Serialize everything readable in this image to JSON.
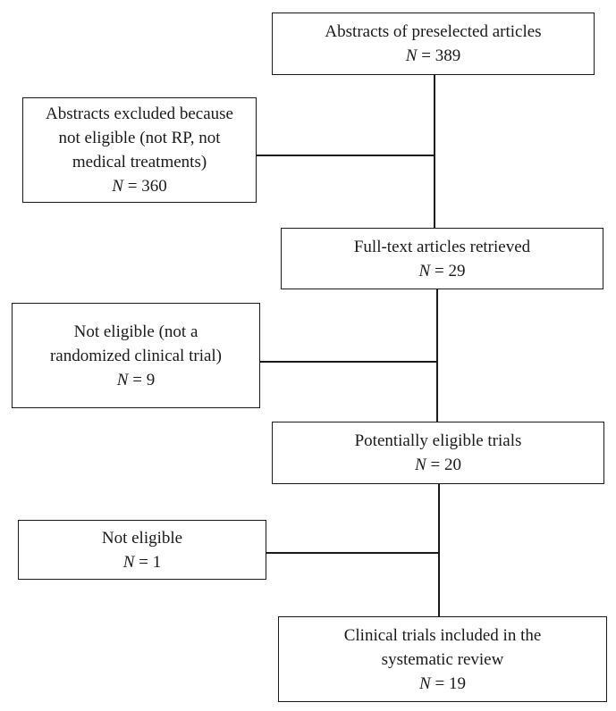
{
  "flow": {
    "preselected": {
      "lines": [
        "Abstracts of preselected articles"
      ],
      "n_label": "N",
      "n_value": "= 389"
    },
    "excluded_abstracts": {
      "lines": [
        "Abstracts excluded because",
        "not eligible (not RP, not",
        "medical treatments)"
      ],
      "n_label": "N",
      "n_value": "= 360"
    },
    "full_text": {
      "lines": [
        "Full-text articles retrieved"
      ],
      "n_label": "N",
      "n_value": "= 29"
    },
    "not_rct": {
      "lines": [
        "Not eligible (not a",
        "randomized clinical trial)"
      ],
      "n_label": "N",
      "n_value": "= 9"
    },
    "potentially_eligible": {
      "lines": [
        "Potentially eligible trials"
      ],
      "n_label": "N",
      "n_value": "= 20"
    },
    "not_eligible": {
      "lines": [
        "Not eligible"
      ],
      "n_label": "N",
      "n_value": "= 1"
    },
    "included": {
      "lines": [
        "Clinical trials included in the",
        "systematic review"
      ],
      "n_label": "N",
      "n_value": "= 19"
    }
  }
}
